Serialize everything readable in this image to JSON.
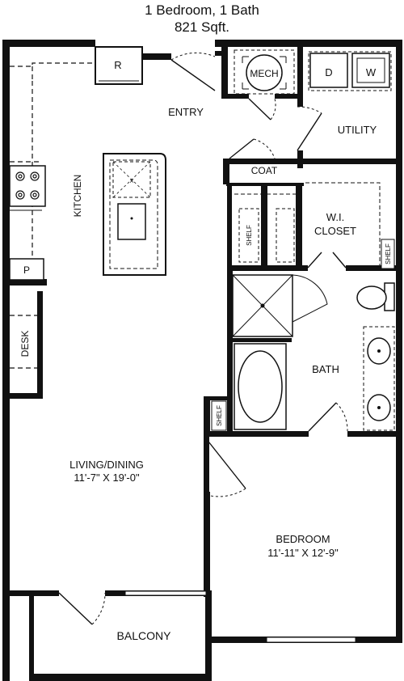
{
  "header": {
    "title": "1 Bedroom, 1 Bath",
    "area": "821 Sqft."
  },
  "rooms": {
    "kitchen": "KITCHEN",
    "entry": "ENTRY",
    "utility": "UTILITY",
    "coat": "COAT",
    "wi_closet_line1": "W.I.",
    "wi_closet_line2": "CLOSET",
    "bath": "BATH",
    "living_name": "LIVING/DINING",
    "living_dims": "11'-7\" X 19'-0\"",
    "bedroom_name": "BEDROOM",
    "bedroom_dims": "11'-11\" X 12'-9\"",
    "balcony": "BALCONY",
    "desk": "DESK"
  },
  "fixtures": {
    "refrigerator": "R",
    "pantry": "P",
    "mech": "MECH",
    "dryer": "D",
    "washer": "W",
    "shelf": "SHELF"
  }
}
